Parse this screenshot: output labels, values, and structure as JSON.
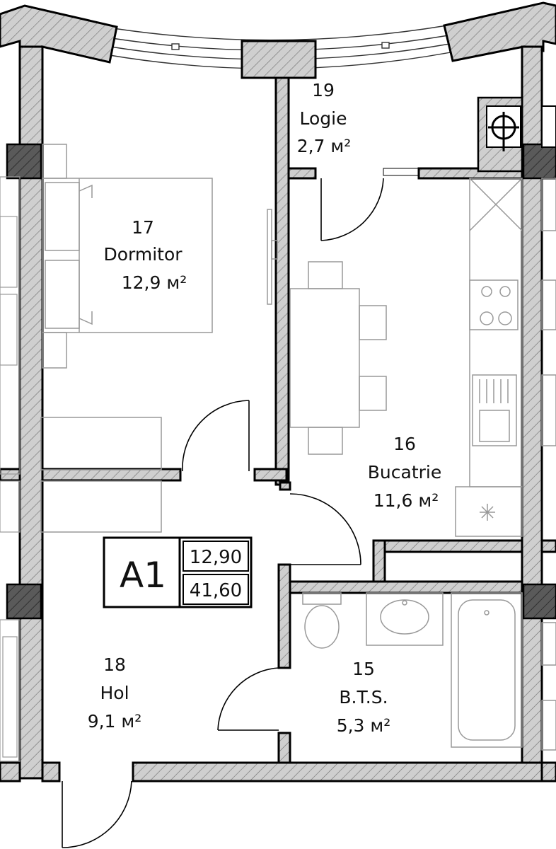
{
  "colors": {
    "wall_fill": "#c9c9c9",
    "wall_stroke": "#000000",
    "furniture_stroke": "#8a8a8a",
    "background": "#ffffff"
  },
  "rooms": [
    {
      "id": "dormitor",
      "number": "17",
      "name": "Dormitor",
      "area": "12,9 м²"
    },
    {
      "id": "logie",
      "number": "19",
      "name": "Logie",
      "area": "2,7 м²"
    },
    {
      "id": "bucatrie",
      "number": "16",
      "name": "Bucatrie",
      "area": "11,6 м²"
    },
    {
      "id": "hol",
      "number": "18",
      "name": "Hol",
      "area": "9,1 м²"
    },
    {
      "id": "bts",
      "number": "15",
      "name": "B.T.S.",
      "area": "5,3 м²"
    }
  ],
  "unit": {
    "label": "A1",
    "living_area": "12,90",
    "total_area": "41,60"
  }
}
